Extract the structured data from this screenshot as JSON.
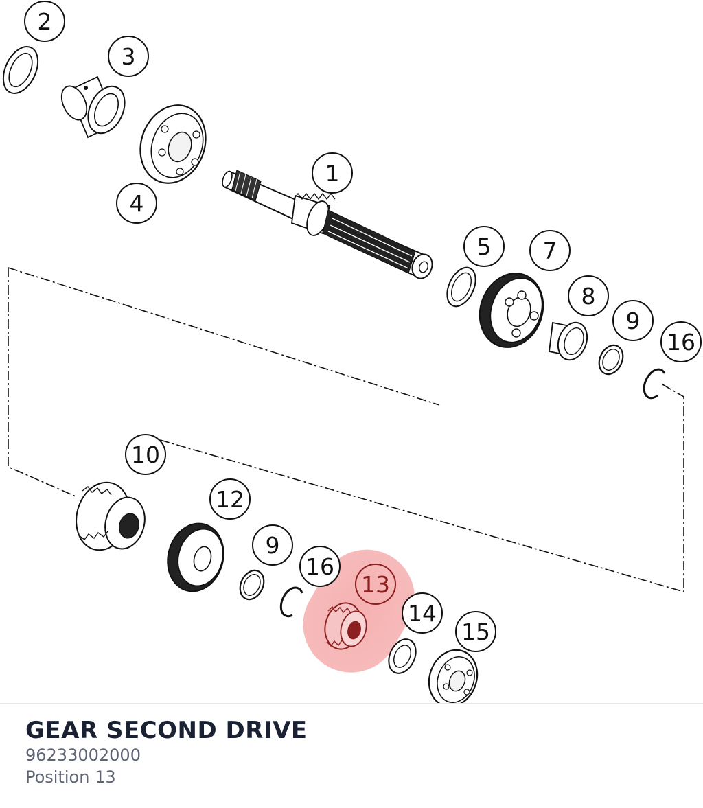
{
  "part": {
    "title": "GEAR SECOND DRIVE",
    "number": "96233002000",
    "position_label": "Position 13"
  },
  "callouts": [
    {
      "id": "c2",
      "label": "2"
    },
    {
      "id": "c3",
      "label": "3"
    },
    {
      "id": "c4",
      "label": "4"
    },
    {
      "id": "c1",
      "label": "1"
    },
    {
      "id": "c5",
      "label": "5"
    },
    {
      "id": "c7",
      "label": "7"
    },
    {
      "id": "c8",
      "label": "8"
    },
    {
      "id": "c9a",
      "label": "9"
    },
    {
      "id": "c16a",
      "label": "16"
    },
    {
      "id": "c10",
      "label": "10"
    },
    {
      "id": "c12",
      "label": "12"
    },
    {
      "id": "c9b",
      "label": "9"
    },
    {
      "id": "c16b",
      "label": "16"
    },
    {
      "id": "c13",
      "label": "13"
    },
    {
      "id": "c14",
      "label": "14"
    },
    {
      "id": "c15",
      "label": "15"
    }
  ],
  "highlighted_callout": "13",
  "colors": {
    "highlight": "#f4a3a3",
    "highlight_text": "#8c1f1f",
    "line": "#111111",
    "title": "#1a2133",
    "subtitle": "#5d6474"
  }
}
